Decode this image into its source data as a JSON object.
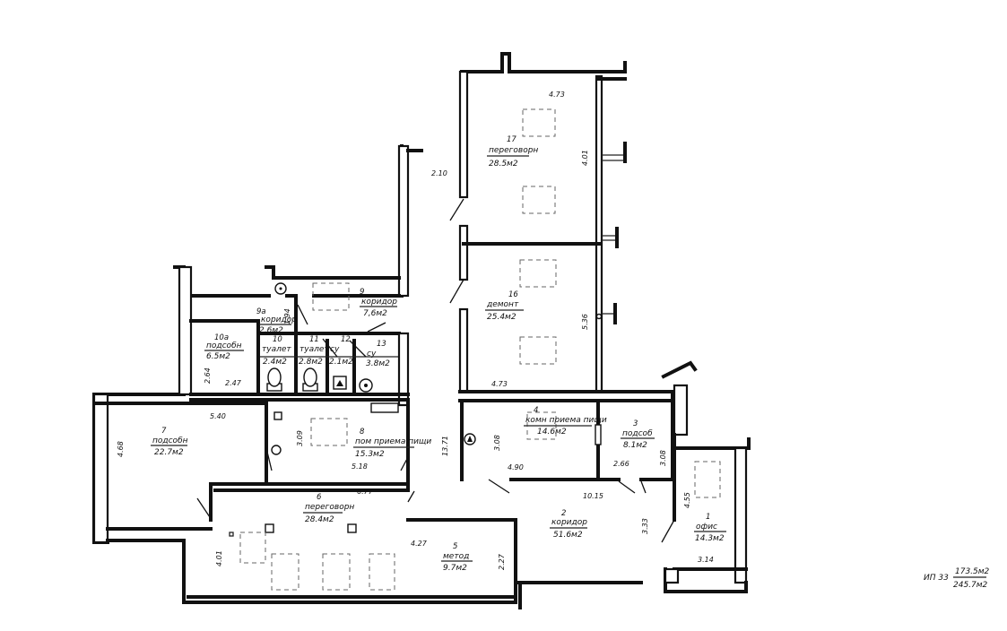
{
  "rooms": [
    {
      "id": "r17",
      "number": "17",
      "name": "переговорн",
      "area": "28.5м2"
    },
    {
      "id": "r16",
      "number": "16",
      "name": "демонт",
      "area": "25.4м2"
    },
    {
      "id": "r9",
      "number": "9",
      "name": "коридор",
      "area": "7,6м2"
    },
    {
      "id": "r9a",
      "number": "9а",
      "name": "коридор",
      "area": "2,6м2"
    },
    {
      "id": "r10a",
      "number": "10а",
      "name": "подсобн",
      "area": "6.5м2"
    },
    {
      "id": "r10",
      "number": "10",
      "name": "туалет",
      "area": "2.4м2"
    },
    {
      "id": "r11",
      "number": "11",
      "name": "туалет",
      "area": "2.8м2"
    },
    {
      "id": "r12",
      "number": "12",
      "name": "су",
      "area": "2.1м2"
    },
    {
      "id": "r13",
      "number": "13",
      "name": "су",
      "area": "3.8м2"
    },
    {
      "id": "r7",
      "number": "7",
      "name": "подсобн",
      "area": "22.7м2"
    },
    {
      "id": "r8",
      "number": "8",
      "name": "пом приема пищи",
      "area": "15.3м2"
    },
    {
      "id": "r4",
      "number": "4",
      "name": "комн приема пищи",
      "area": "14.6м2"
    },
    {
      "id": "r3",
      "number": "3",
      "name": "подсоб",
      "area": "8.1м2"
    },
    {
      "id": "r6",
      "number": "6",
      "name": "переговорн",
      "area": "28.4м2"
    },
    {
      "id": "r5",
      "number": "5",
      "name": "метод",
      "area": "9.7м2"
    },
    {
      "id": "r2",
      "number": "2",
      "name": "коридор",
      "area": "51.6м2"
    },
    {
      "id": "r1",
      "number": "1",
      "name": "офис",
      "area": "14.3м2"
    }
  ],
  "dimensions": {
    "d473_top": "4.73",
    "d401_r17": "4.01",
    "d210": "2.10",
    "d473_mid": "4.73",
    "d536": "5.36",
    "d194": "1.94",
    "d264": "2.64",
    "d247": "2.47",
    "d540": "5.40",
    "d468": "4.68",
    "d309": "3.09",
    "d518": "5.18",
    "d1371": "13.71",
    "d308_r4": "3.08",
    "d490": "4.90",
    "d266": "2.66",
    "d308_r3": "3.08",
    "d677": "6.77",
    "d1015": "10.15",
    "d427": "4.27",
    "d401_r6": "4.01",
    "d227": "2.27",
    "d333": "3.33",
    "d455": "4.55",
    "d314": "3.14"
  },
  "summary": {
    "label": "ИП 33",
    "area_top": "173.5м2",
    "area_bottom": "245.7м2"
  }
}
